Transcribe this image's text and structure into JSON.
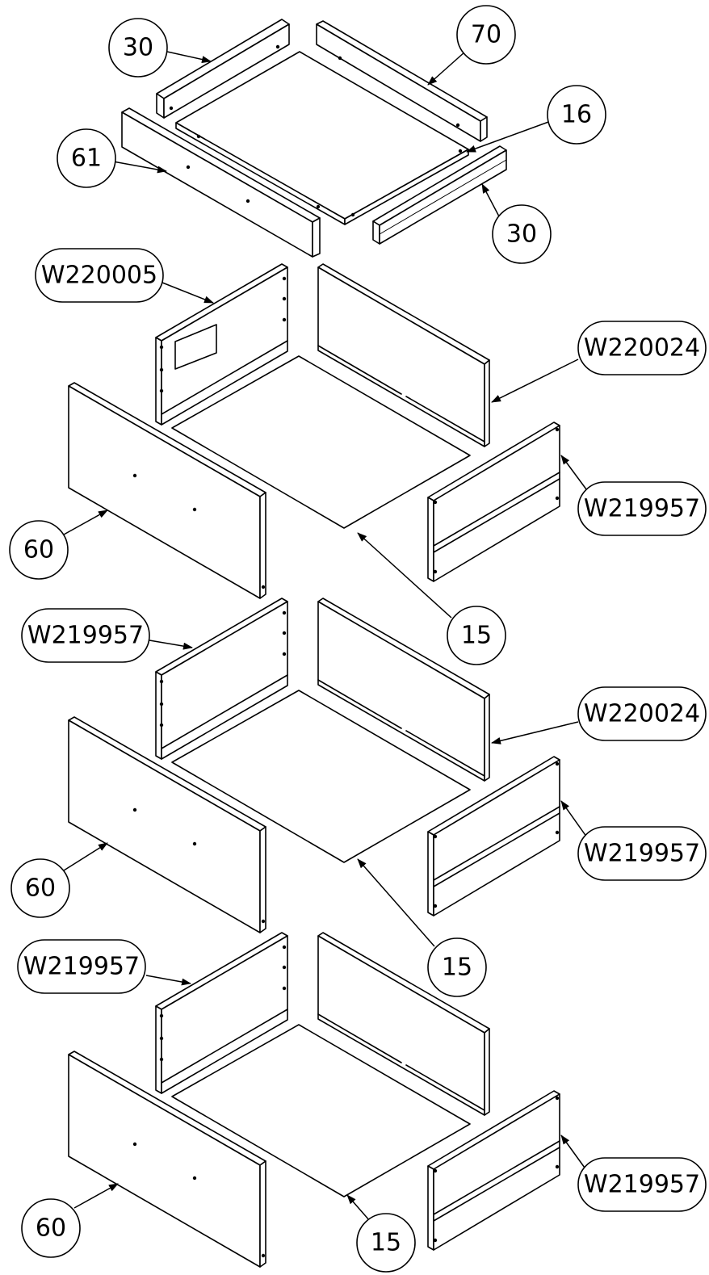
{
  "callouts": [
    {
      "id": "c30a",
      "label": "30"
    },
    {
      "id": "c70",
      "label": "70"
    },
    {
      "id": "c16",
      "label": "16"
    },
    {
      "id": "c61",
      "label": "61"
    },
    {
      "id": "c30b",
      "label": "30"
    },
    {
      "id": "c-w220005",
      "label": "W220005"
    },
    {
      "id": "c-w220024-a",
      "label": "W220024"
    },
    {
      "id": "c-w219957-a",
      "label": "W219957"
    },
    {
      "id": "c60-a",
      "label": "60"
    },
    {
      "id": "c15-a",
      "label": "15"
    },
    {
      "id": "c-w219957-b",
      "label": "W219957"
    },
    {
      "id": "c-w220024-b",
      "label": "W220024"
    },
    {
      "id": "c-w219957-c",
      "label": "W219957"
    },
    {
      "id": "c60-b",
      "label": "60"
    },
    {
      "id": "c15-b",
      "label": "15"
    },
    {
      "id": "c-w219957-d",
      "label": "W219957"
    },
    {
      "id": "c-w219957-e",
      "label": "W219957"
    },
    {
      "id": "c60-c",
      "label": "60"
    },
    {
      "id": "c15-c",
      "label": "15"
    }
  ]
}
